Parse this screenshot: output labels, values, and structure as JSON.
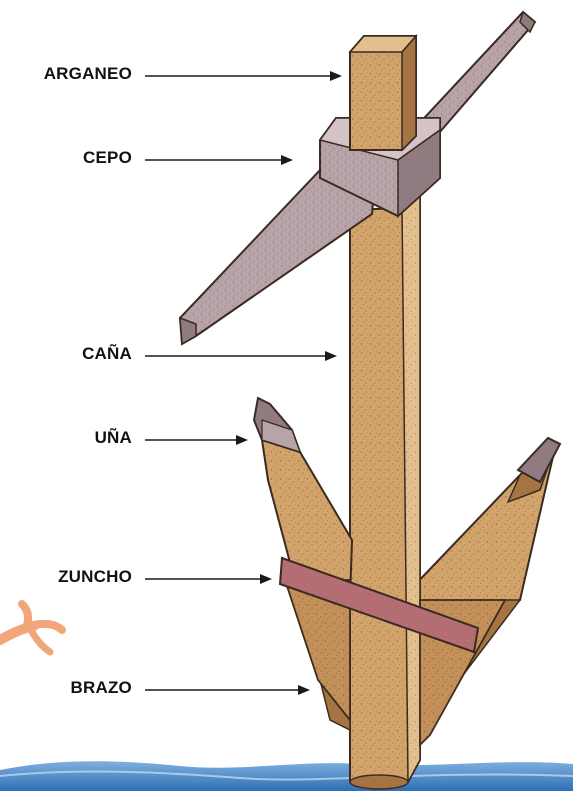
{
  "diagram": {
    "labels": [
      {
        "key": "arganeo",
        "text": "ARGANEO"
      },
      {
        "key": "cepo",
        "text": "CEPO"
      },
      {
        "key": "cana",
        "text": "CAÑA"
      },
      {
        "key": "una",
        "text": "UÑA"
      },
      {
        "key": "zuncho",
        "text": "ZUNCHO"
      },
      {
        "key": "brazo",
        "text": "BRAZO"
      }
    ]
  },
  "colors": {
    "wood": "#d2a46b",
    "wood_light": "#e3bf8d",
    "wood_dark": "#a57442",
    "stock": "#b8a4a8",
    "stock_light": "#d4c4c7",
    "stock_dark": "#8f7b80",
    "band": "#b56e74",
    "outline": "#3a2a20",
    "water": "#3d7fc2",
    "coral": "#f2a77a"
  }
}
